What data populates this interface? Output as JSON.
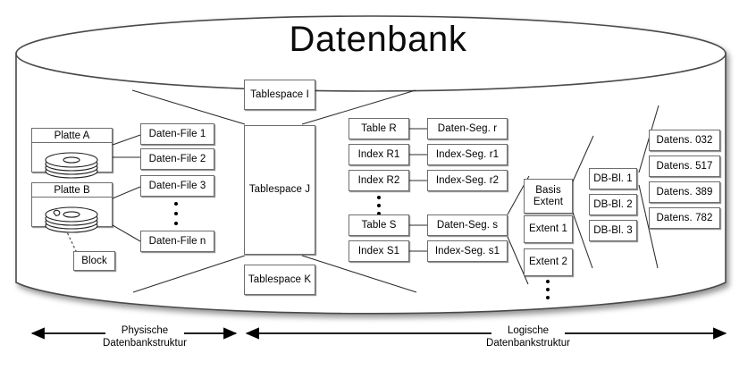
{
  "title": "Datenbank",
  "physical": {
    "disks": [
      {
        "name": "disk-platte-a",
        "label": "Platte A"
      },
      {
        "name": "disk-platte-b",
        "label": "Platte B"
      }
    ],
    "block_label": "Block",
    "datafiles": [
      "Daten-File 1",
      "Daten-File 2",
      "Daten-File 3",
      "Daten-File n"
    ]
  },
  "tablespaces": [
    "Tablespace I",
    "Tablespace J",
    "Tablespace K"
  ],
  "objects": [
    "Table R",
    "Index R1",
    "Index R2",
    "Table S",
    "Index S1"
  ],
  "segments": [
    "Daten-Seg. r",
    "Index-Seg. r1",
    "Index-Seg. r2",
    "Daten-Seg. s",
    "Index-Seg. s1"
  ],
  "extents": [
    "Basis Extent",
    "Extent 1",
    "Extent 2"
  ],
  "extent_first_line": "Basis",
  "extent_second_line": "Extent",
  "blocks": [
    "DB-Bl. 1",
    "DB-Bl. 2",
    "DB-Bl. 3"
  ],
  "records": [
    "Datens. 032",
    "Datens. 517",
    "Datens. 389",
    "Datens. 782"
  ],
  "axes": [
    {
      "line1": "Physische",
      "line2": "Datenbankstruktur"
    },
    {
      "line1": "Logische",
      "line2": "Datenbankstruktur"
    }
  ],
  "colors": {
    "stroke": "#6d6d6d",
    "ink": "#000000",
    "cylinder": "#4a4a4a"
  }
}
